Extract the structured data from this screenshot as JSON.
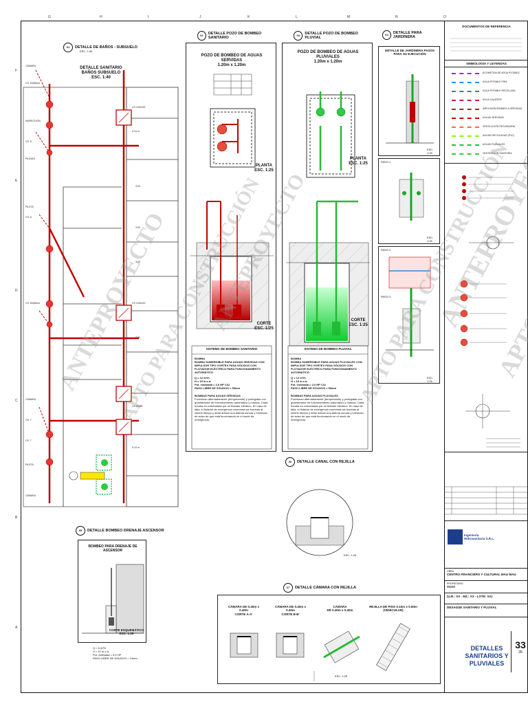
{
  "panels": {
    "banos": {
      "title": "DETALLE DE BAÑOS - SUBSUELO",
      "scale": "ESC. 1:40",
      "inner_title": "DETALLE SANITARIO BAÑOS SUBSUELO",
      "inner_scale": "ESC. 1:40"
    },
    "bombeo_sanitario": {
      "title": "DETALLE POZO DE BOMBEO SANITARIO",
      "inner_title": "POZO DE BOMBEO DE AGUAS SERVIDAS",
      "dims": "1.20m x 1.20m",
      "planta": "PLANTA",
      "planta_scale": "ESC. 1:25",
      "corte": "CORTE",
      "corte_scale": "ESC. 1:25",
      "sistema_title": "SISTEMA DE BOMBEO SANITARIO",
      "bomba_heading": "BOMBA",
      "bomba_desc": "BOMBA SUMERGIBLE PARA AGUAS SERVIDAS CON IMPULSOR TIPO VORTEX PASA SÓLIDOS CON FLOTADOR ELÉCTRICO PARA FUNCIONAMIENTO AUTOMÁTICO",
      "q": "Q = 12 m³/h",
      "h": "H = 15 m.c.a.",
      "pot": "Pot. estimada = 2.0 HP C/U",
      "paso": "PASO LIBRE DE SÓLIDOS = 50mm",
      "bombas_heading": "BOMBAS PARA AGUAS SERVIDAS",
      "bombas_desc": "Funcionan alternadamente (temporizado) y protegidas con guardamotor de funcionamiento automático y manual. Cada bomba es comandada por un flotador eléctrico. En caso de falla, el flotador de emergencia conectará las bombas al mismo tiempo y debe activar una alarma sonora y luminosa de aviso de que está funcionando en el modo de emergencia."
    },
    "bombeo_pluvial": {
      "title": "DETALLE POZO DE BOMBEO PLUVIAL",
      "inner_title": "POZO DE BOMBEO DE AGUAS PLUVIALES",
      "dims": "1.20m x 1.20m",
      "planta": "PLANTA",
      "planta_scale": "ESC. 1:25",
      "corte": "CORTE",
      "corte_scale": "ESC. 1:25",
      "sistema_title": "SISTEMA DE BOMBEO PLUVIAL",
      "bomba_heading": "BOMBA",
      "bomba_desc": "BOMBA SUMERGIBLE PARA AGUAS PLUVIALES CON IMPULSOR TIPO VORTEX PASA SÓLIDOS CON FLOTADOR ELÉCTRICO PARA FUNCIONAMIENTO AUTOMÁTICO",
      "q": "Q = 12 m³/h",
      "h": "H = 15 m.c.a.",
      "pot": "Pot. estimada = 2.0 HP C/U",
      "paso": "PASO LIBRE DE SÓLIDOS = 50mm",
      "bombas_heading": "BOMBAS PARA AGUAS PLUVIALES",
      "bombas_desc": "Funcionan alternadamente (temporizado) y protegidas con guardamotor de funcionamiento automático y manual. Cada bomba es comandada por un flotador eléctrico. En caso de falla, el flotador de emergencia conectará las bombas al mismo tiempo y debe activar una alarma sonora y luminosa de aviso de que está funcionando en el modo de emergencia."
    },
    "jardinera": {
      "title": "DETALLE PARA JARDINERA",
      "inner_title": "DETALLE DE JARDINERA PASOS PARA SU EJECUCIÓN",
      "paso1": "PASO 1",
      "paso2": "PASO 2",
      "paso3": "PASO 3",
      "scale": "ESC. 1:25"
    },
    "ascensor": {
      "title": "DETALLE BOMBEO DRENAJE ASCENSOR",
      "inner_title": "BOMBEO PARA DRENAJE DE ASCENSOR",
      "corte": "CORTE ESQUEMÁTICO",
      "corte_scale": "ESC. 1:25",
      "q": "Q = 6 m³/h",
      "h": "H = 10 m.c.a.",
      "pot": "Pot. estimada = 0.5 HP",
      "paso": "PASO LIBRE DE SÓLIDOS = 10mm"
    },
    "canal": {
      "title": "DETALLE CANAL CON REJILLA",
      "scale": "ESC. 1:25"
    },
    "camara": {
      "title": "DETALLE CÁMARA CON REJILLA",
      "c1": "CÁMARA DE 0.40m x 0.40m",
      "c1b": "CORTE A-A'",
      "c2": "CÁMARA DE 0.40m x 0.40m",
      "c2b": "CORTE B-B'",
      "c3": "CÁMARA",
      "c3b": "DE 0.40m x 0.40m",
      "c4": "REJILLA DE PISO 0.10m x 0.50m",
      "c4b": "(VEHICULAR)",
      "scale": "ESC. 1:25"
    }
  },
  "watermarks": [
    "ANTEPROYECTO",
    "APTO PARA CONSTRUCCIÓN"
  ],
  "title_block": {
    "ref_docs": "DOCUMENTOS DE REFERENCIA",
    "symbology": "SIMBOLOGÍA Y LEYENDAS",
    "legend": [
      {
        "label": "ACOMETIDA DE AGUA POTABLE",
        "color": "#8a2be2"
      },
      {
        "label": "AGUA POTABLE FRÍA",
        "color": "#1e90ff"
      },
      {
        "label": "AGUA POTABLE RECICLADA",
        "color": "#2e8b57"
      },
      {
        "label": "AGUA CALIENTE",
        "color": "#dc143c"
      },
      {
        "label": "IMPULSIÓN BOMBEO A SERVIDAS",
        "color": "#b22222"
      },
      {
        "label": "AGUAS SERVIDAS",
        "color": "#cc0000"
      },
      {
        "label": "VENTILACIÓN SECUNDARIA",
        "color": "#ff6347"
      },
      {
        "label": "AGUAS RECICLADAS (PVC)",
        "color": "#7cfc00"
      },
      {
        "label": "AGUAS PLUVIALES",
        "color": "#00cc44"
      },
      {
        "label": "VENTILACIÓN SANITARIA",
        "color": "#32cd32"
      }
    ],
    "project_label": "OBRA",
    "project": "CENTRO FINANCIERO Y CULTURAL MAU MAU",
    "owner_label": "PROPIETARIO",
    "owner": "XXXX",
    "location": "(U.R.: XX - MZ.: XX - LOTE: XX)",
    "content": "DESAGÜE SANITARIO Y PLUVIAL",
    "sheet_title": "DETALLES SANITARIOS Y PLUVIALES",
    "sheet_no": "33",
    "sheet_total": "35",
    "company": "Ingeniería Hidrosanitaria S.R.L."
  }
}
